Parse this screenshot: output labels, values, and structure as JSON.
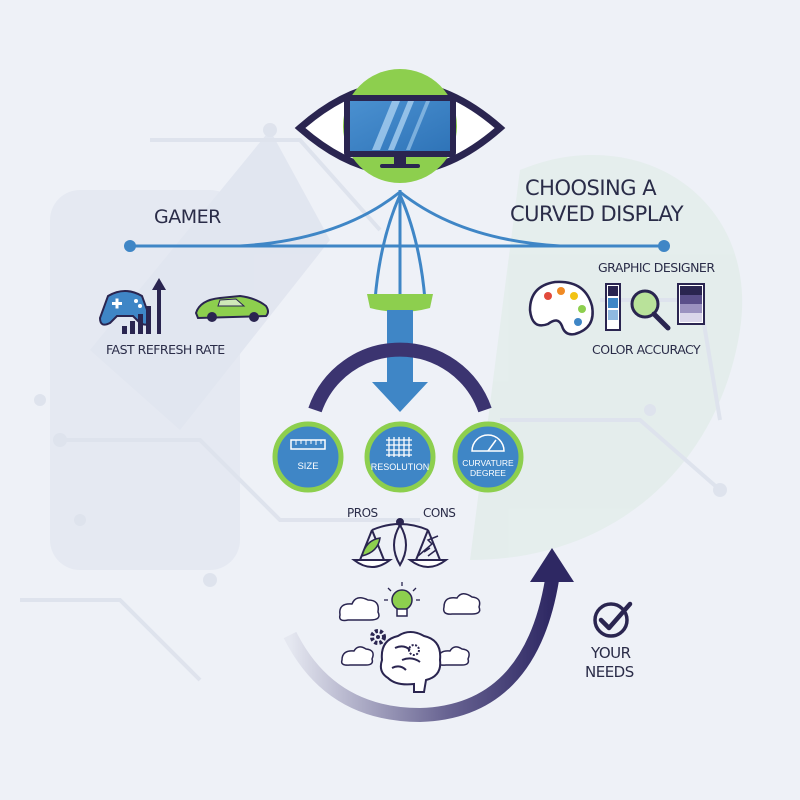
{
  "title": {
    "line1": "CHOOSING A",
    "line2": "CURVED DISPLAY"
  },
  "left_persona": {
    "label": "GAMER",
    "feature": "FAST REFRESH RATE"
  },
  "right_persona": {
    "label": "GRAPHIC DESIGNER",
    "feature": "COLOR ACCURACY"
  },
  "factors": [
    {
      "label": "SIZE",
      "icon": "ruler-icon"
    },
    {
      "label": "RESOLUTION",
      "icon": "grid-icon"
    },
    {
      "label_line1": "CURVATURE",
      "label_line2": "DEGREE",
      "icon": "protractor-icon"
    }
  ],
  "scale": {
    "pros": "PROS",
    "cons": "CONS"
  },
  "needs": {
    "line1": "YOUR",
    "line2": "NEEDS"
  },
  "colors": {
    "navy": "#2a2550",
    "blue": "#3f86c6",
    "green": "#8dcf4e",
    "purple": "#3b3470",
    "bg": "#eef1f7"
  }
}
